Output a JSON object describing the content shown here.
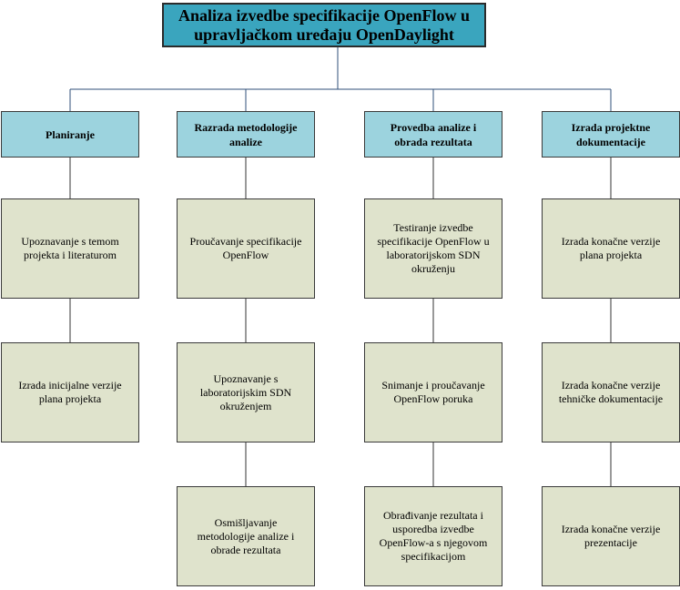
{
  "root": {
    "title": "Analiza izvedbe specifikacije OpenFlow u upravljačkom uređaju OpenDaylight"
  },
  "phases": [
    {
      "label": "Planiranje",
      "tasks": [
        "Upoznavanje s temom projekta i literaturom",
        "Izrada inicijalne verzije plana projekta"
      ]
    },
    {
      "label": "Razrada metodologije analize",
      "tasks": [
        "Proučavanje specifikacije OpenFlow",
        "Upoznavanje s laboratorijskim SDN okruženjem",
        "Osmišljavanje metodologije analize i obrade rezultata"
      ]
    },
    {
      "label": "Provedba analize i obrada rezultata",
      "tasks": [
        "Testiranje izvedbe specifikacije OpenFlow u laboratorijskom SDN okruženju",
        "Snimanje i proučavanje OpenFlow poruka",
        "Obrađivanje rezultata i usporedba izvedbe OpenFlow-a s njegovom specifikacijom"
      ]
    },
    {
      "label": "Izrada projektne dokumentacije",
      "tasks": [
        "Izrada konačne verzije plana projekta",
        "Izrada konačne verzije tehničke dokumentacije",
        "Izrada konačne verzije prezentacije"
      ]
    }
  ]
}
